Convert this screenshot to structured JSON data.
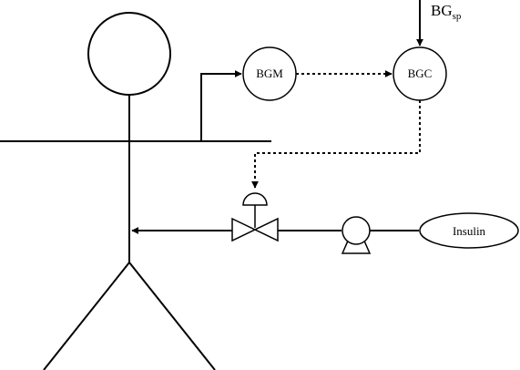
{
  "nodes": {
    "bgm": "BGM",
    "bgc": "BGC",
    "insulin": "Insulin"
  },
  "setpoint": {
    "main": "BG",
    "subscript": "sp"
  },
  "colors": {
    "line": "#000000",
    "fill": "#ffffff"
  }
}
